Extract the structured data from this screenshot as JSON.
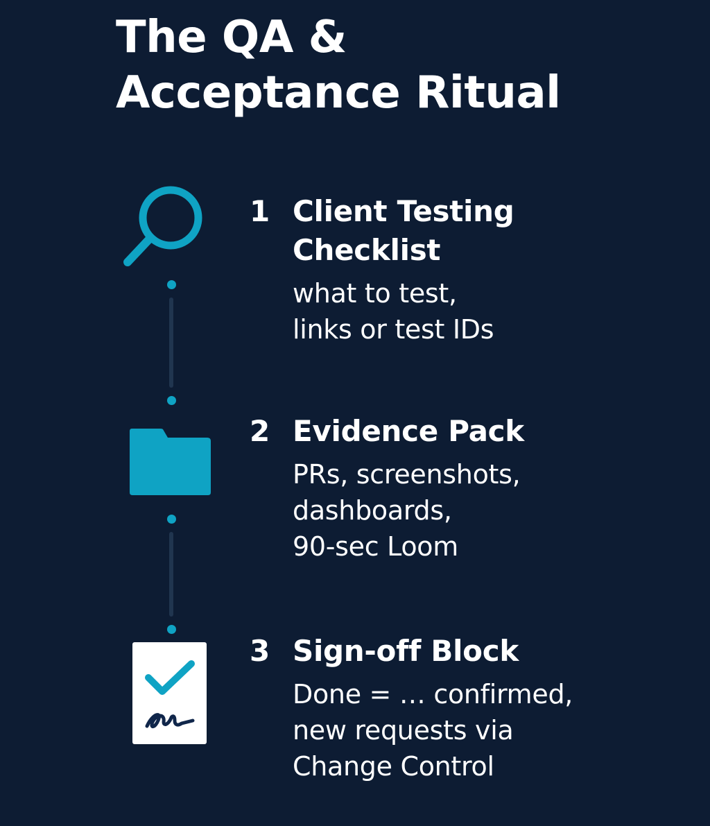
{
  "title": {
    "line1": "The QA &",
    "line2": "Acceptance Ritual"
  },
  "accent_color": "#0fa3c4",
  "background_color": "#0d1c33",
  "steps": [
    {
      "number": "1",
      "icon": "magnifier-icon",
      "title_lines": [
        "Client Testing",
        "Checklist"
      ],
      "desc_lines": [
        "what to test,",
        "links or test IDs"
      ]
    },
    {
      "number": "2",
      "icon": "folder-icon",
      "title_lines": [
        "Evidence Pack"
      ],
      "desc_lines": [
        "PRs, screenshots,",
        "dashboards,",
        "90-sec Loom"
      ]
    },
    {
      "number": "3",
      "icon": "checklist-signature-icon",
      "title_lines": [
        "Sign-off Block"
      ],
      "desc_lines": [
        "Done = … confirmed,",
        "new requests via",
        "Change Control"
      ]
    }
  ]
}
